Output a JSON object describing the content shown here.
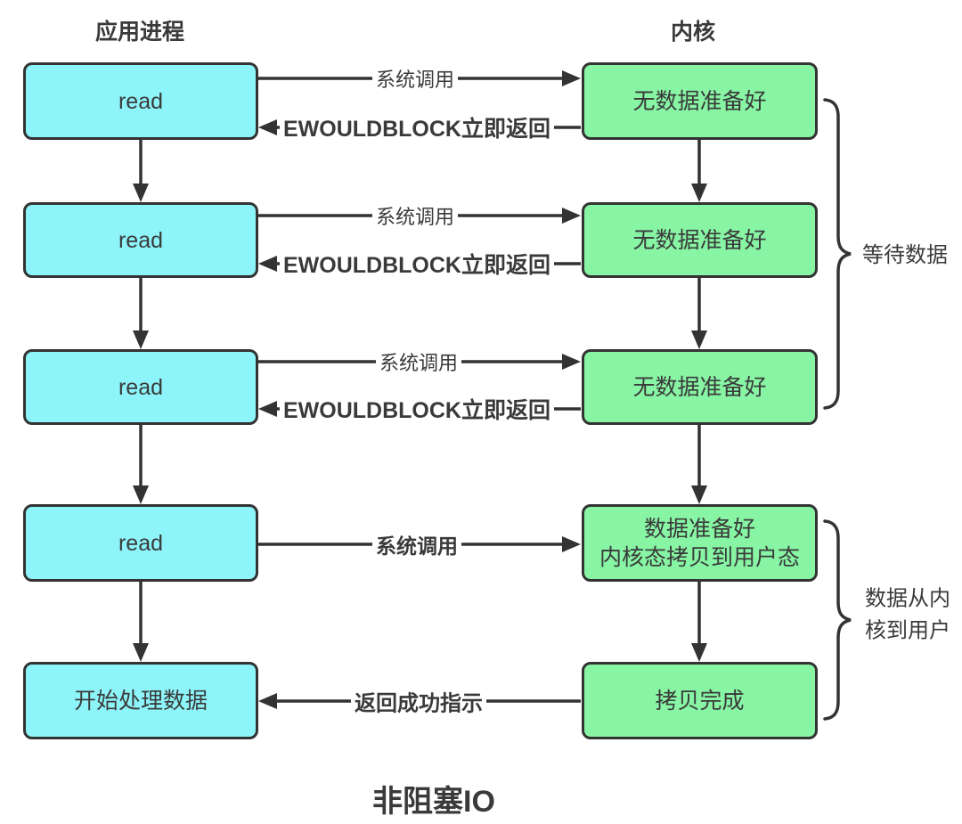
{
  "diagram_title": "非阻塞IO",
  "headers": {
    "left": "应用进程",
    "right": "内核"
  },
  "rows": [
    {
      "left": "read",
      "right": "无数据准备好",
      "call": "系统调用",
      "ret": "EWOULDBLOCK立即返回"
    },
    {
      "left": "read",
      "right": "无数据准备好",
      "call": "系统调用",
      "ret": "EWOULDBLOCK立即返回"
    },
    {
      "left": "read",
      "right": "无数据准备好",
      "call": "系统调用",
      "ret": "EWOULDBLOCK立即返回"
    },
    {
      "left": "read",
      "right_line1": "数据准备好",
      "right_line2": "内核态拷贝到用户态",
      "call": "系统调用"
    },
    {
      "left": "开始处理数据",
      "right": "拷贝完成",
      "ret": "返回成功指示"
    }
  ],
  "braces": {
    "wait": {
      "label": "等待数据"
    },
    "copy": {
      "line1": "数据从内",
      "line2": "核到用户"
    }
  },
  "colors": {
    "process_box_fill": "#8df5fa",
    "kernel_box_fill": "#87f5a4",
    "stroke": "#333333",
    "text": "#3a3a3a",
    "background": "#ffffff"
  }
}
